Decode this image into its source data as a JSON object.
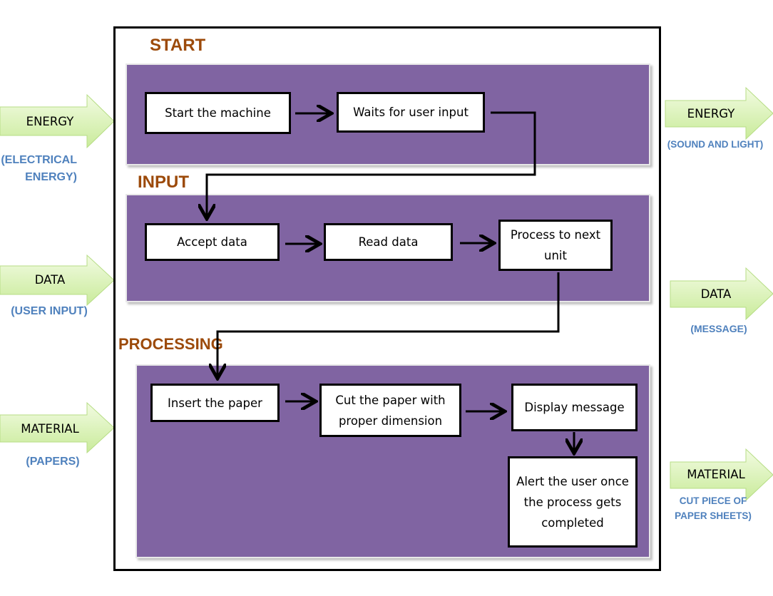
{
  "sections": {
    "start": "START",
    "input": "INPUT",
    "processing": "PROCESSING"
  },
  "steps": {
    "start_machine": "Start the machine",
    "wait_input": "Waits for user input",
    "accept_data": "Accept data",
    "read_data": "Read data",
    "process_next": "Process to next unit",
    "insert_paper": "Insert the paper",
    "cut_paper": "Cut the paper with proper dimension",
    "display_message": "Display message",
    "alert_user": "Alert the user once the process gets completed"
  },
  "inputs": [
    {
      "label": "ENERGY",
      "sub": "(ELECTRICAL ENERGY)"
    },
    {
      "label": "DATA",
      "sub": "(USER INPUT)"
    },
    {
      "label": "MATERIAL",
      "sub": "(PAPERS)"
    }
  ],
  "outputs": [
    {
      "label": "ENERGY",
      "sub": "(SOUND AND LIGHT)"
    },
    {
      "label": "DATA",
      "sub": "(MESSAGE)"
    },
    {
      "label": "MATERIAL",
      "sub": "CUT PIECE OF PAPER SHEETS)"
    }
  ],
  "colors": {
    "band": "#8064a2",
    "section_title": "#9c4a0a",
    "sub_label": "#4f81bd",
    "side_arrow_fill": "#d8f0b0"
  }
}
